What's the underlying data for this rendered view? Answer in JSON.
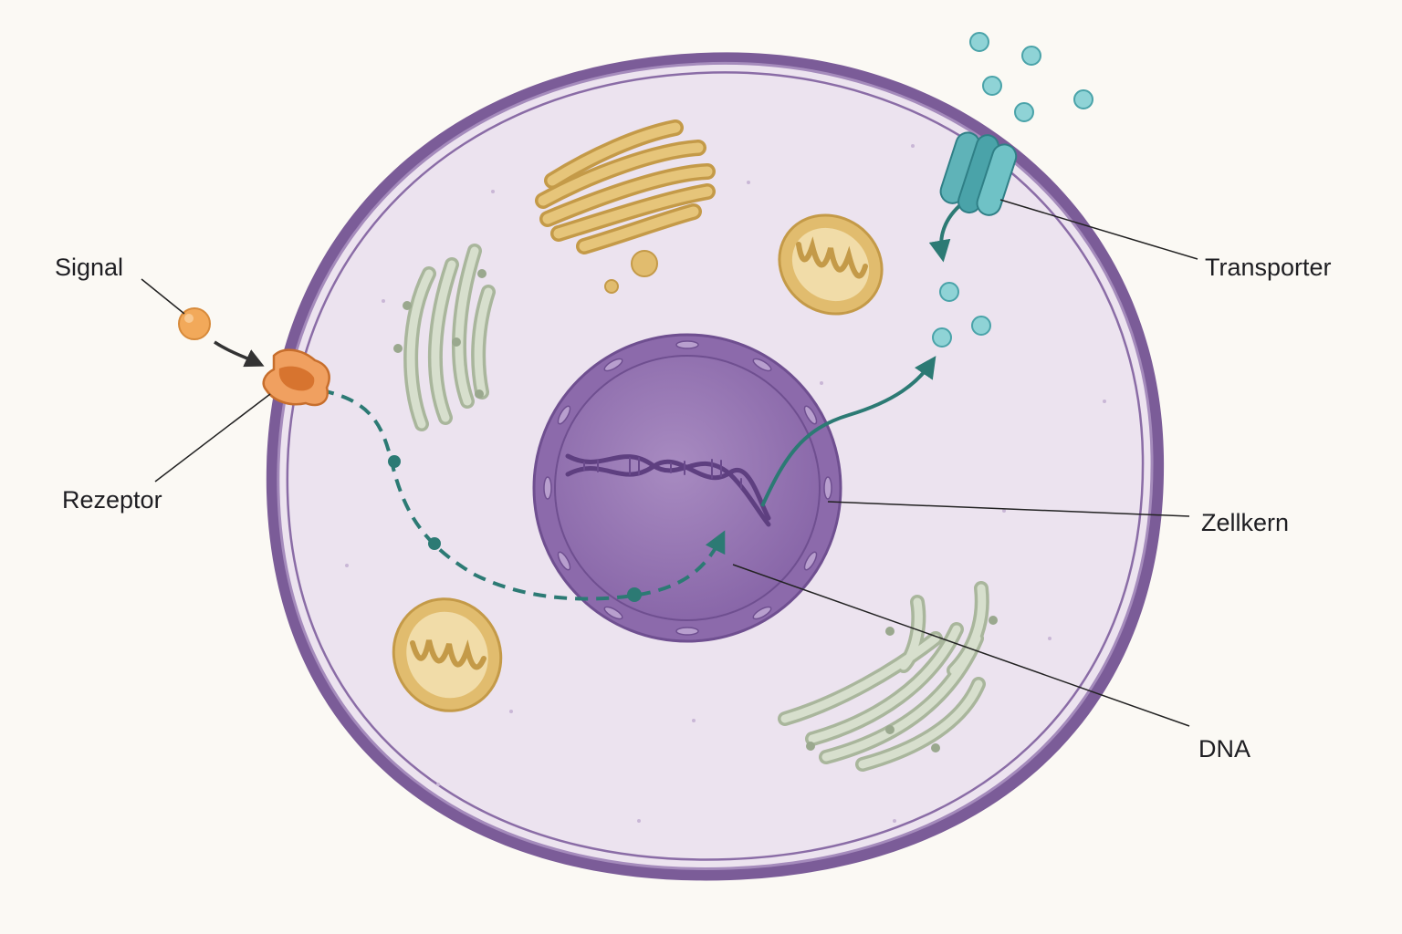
{
  "labels": {
    "signal": "Signal",
    "rezeptor": "Rezeptor",
    "transporter": "Transporter",
    "zellkern": "Zellkern",
    "dna": "DNA"
  },
  "colors": {
    "background": "#fbf9f4",
    "cytoplasm": "#ece3ef",
    "membrane": "#7b5c98",
    "nucleus": "#9a78b6",
    "nucleus_envelope": "#7e5a9e",
    "dna": "#6a4a8c",
    "signal_path": "#2c7a74",
    "receptor": "#e8914a",
    "signal_molecule": "#f2a95a",
    "transporter": "#5fb3b8",
    "ions": "#8fd3d6",
    "golgi": "#e2bf72",
    "mitochondria": "#e1bc6e",
    "endoplasmic_reticulum": "#c9d3bf",
    "leader_lines": "#222222"
  },
  "icons": [
    "signal-molecule",
    "receptor",
    "transporter-channel",
    "ion-particles",
    "mitochondrion",
    "golgi-apparatus",
    "endoplasmic-reticulum",
    "nucleus",
    "dna-helix"
  ]
}
